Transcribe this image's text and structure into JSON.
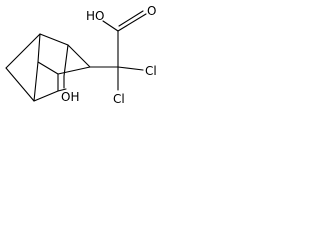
{
  "molecule": {
    "atom_labels": {
      "carboxyl_hydroxyl": "HO",
      "carbonyl_oxygen": "O",
      "chlorine_upper": "Cl",
      "chlorine_lower": "Cl",
      "ring_hydroxyl": "OH"
    }
  },
  "colors": {
    "background": "#ffffff",
    "bond": "#000000",
    "label": "#000000"
  }
}
